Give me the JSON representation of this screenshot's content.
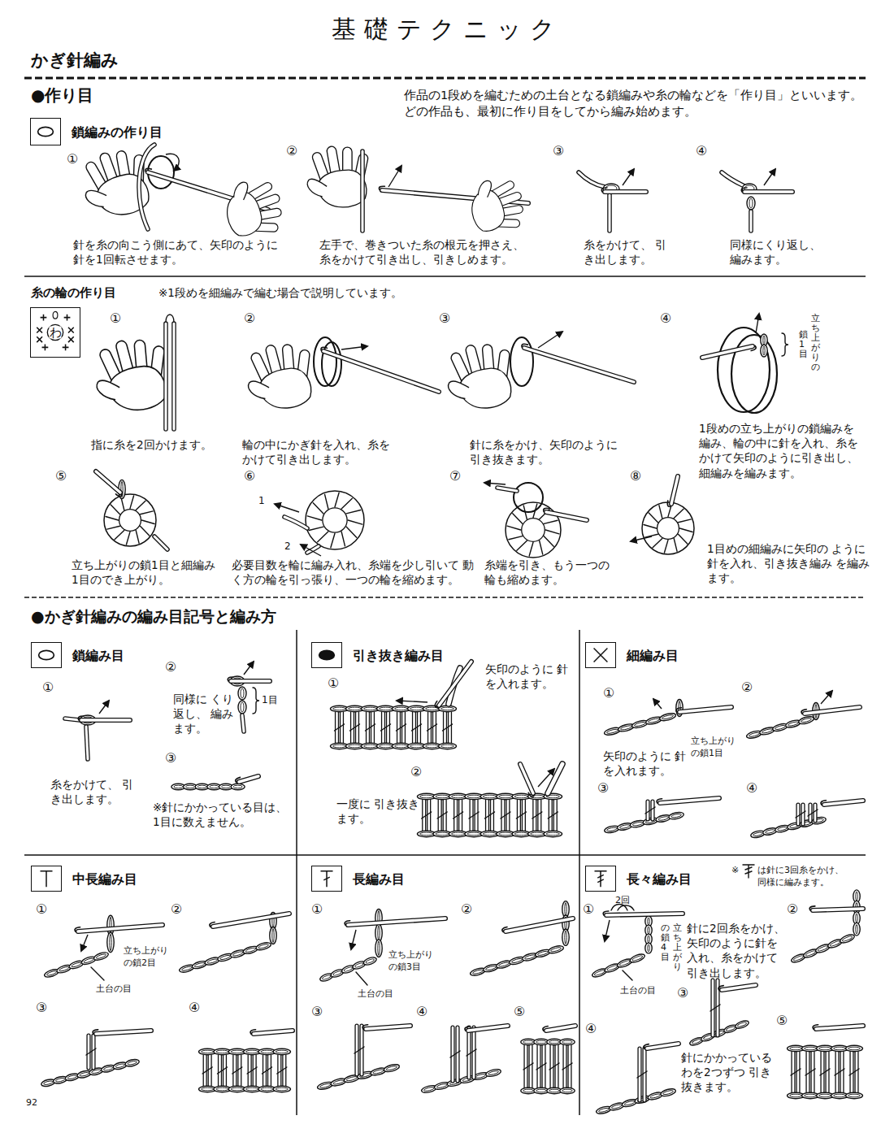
{
  "diagram": {
    "title": "基礎テクニック",
    "nodes": [
      {
        "text": [
          "鎖編みの作り目"
        ]
      },
      {
        "text": [
          "わ"
        ]
      },
      {
        "text": [
          "鎖編み目"
        ]
      },
      {
        "text": [
          "引き抜き編み目"
        ]
      },
      {
        "text": [
          "細編み目"
        ]
      },
      {
        "text": [
          "中長編み目"
        ]
      },
      {
        "text": [
          "長編み目"
        ]
      },
      {
        "text": [
          "長々編み目"
        ]
      }
    ],
    "labels": [
      "かぎ針編み",
      "●作り目",
      "作品の1段めを編むための土台となる鎖編みや糸の輪などを「作り目」といいます。 どの作品も、最初に作り目をしてから編み始めます。",
      "①",
      "針を糸の向こう側にあて、矢印のように 針を1回転させます。",
      "②",
      "左手で、巻きついた糸の根元を押さえ、 糸をかけて引き出し、引きしめます。",
      "③",
      "糸をかけて、 引き出します。",
      "④",
      "同様にくり返し、 編みます。",
      "糸の輪の作り目",
      "※1段めを細編みで編む場合で説明しています。",
      "①",
      "指に糸を2回かけます。",
      "②",
      "輪の中にかぎ針を入れ、糸を かけて引き出します。",
      "③",
      "針に糸をかけ、矢印のように 引き抜きます。",
      "④",
      "立ち上がりの",
      "鎖1目",
      "1段めの立ち上がりの鎖編みを 編み、輪の中に針を入れ、糸を かけて矢印のように引き出し、 細編みを編みます。",
      "⑤",
      "立ち上がりの鎖1目と細編み 1目のでき上がり。",
      "⑥",
      "1",
      "2",
      "必要目数を輪に編み入れ、糸端を少し引いて 動く方の輪を引っ張り、一つの輪を縮めます。",
      "⑦",
      "糸端を引き、もう一つの 輪も縮めます。",
      "⑧",
      "1目めの細編みに矢印の ように針を入れ、引き抜き編み を編みます。",
      "●かぎ針編みの編み目記号と編み方",
      "①",
      "②",
      "同様に くり返し、 編みます。",
      "1目",
      "糸をかけて、 引き出します。",
      "③",
      "※針にかかっている目は、 1目に数えません。",
      "①",
      "矢印のように 針を入れます。",
      "②",
      "一度に 引き抜きます。",
      "①",
      "立ち上がり の鎖1目",
      "矢印のように 針を入れます。",
      "②",
      "③",
      "④",
      "①",
      "②",
      "立ち上がり の鎖2目",
      "土台の目",
      "③",
      "④",
      "①",
      "②",
      "立ち上がり の鎖3目",
      "土台の目",
      "③",
      "④",
      "⑤",
      "※",
      "は針に3回糸をかけ、 同様に編みます。",
      "①",
      "2回",
      "立ち上がり",
      "の鎖4目",
      "針に2回糸をかけ、 矢印のように針を 入れ、糸をかけて 引き出します。",
      "土台の目",
      "②",
      "③",
      "④",
      "針にかかっている わを2つずつ 引き抜きます。",
      "⑤",
      "92"
    ]
  }
}
